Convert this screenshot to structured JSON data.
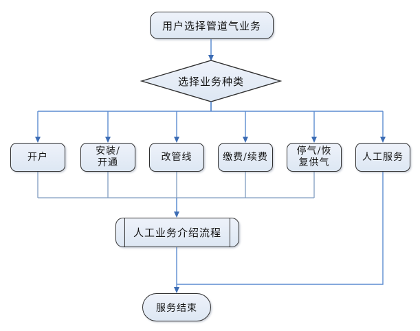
{
  "flowchart": {
    "nodes": {
      "start": {
        "label": "用户选择管道气业务"
      },
      "decision": {
        "label": "选择业务种类"
      },
      "manual_intro": {
        "label": "人工业务介绍流程"
      },
      "end": {
        "label": "服务结束"
      }
    },
    "options": [
      {
        "label": "开户"
      },
      {
        "label": "安装/\n开通"
      },
      {
        "label": "改管线"
      },
      {
        "label": "缴费/续费"
      },
      {
        "label": "停气/恢\n复供气"
      },
      {
        "label": "人工服务"
      }
    ],
    "colors": {
      "node_fill_top": "#eef2fa",
      "node_fill_bottom": "#dde7f3",
      "node_border": "#2f2f2f",
      "connector": "#5b8cd0",
      "connector_muted": "#7f9cc0",
      "arrowhead": "#3c6cb4"
    }
  }
}
